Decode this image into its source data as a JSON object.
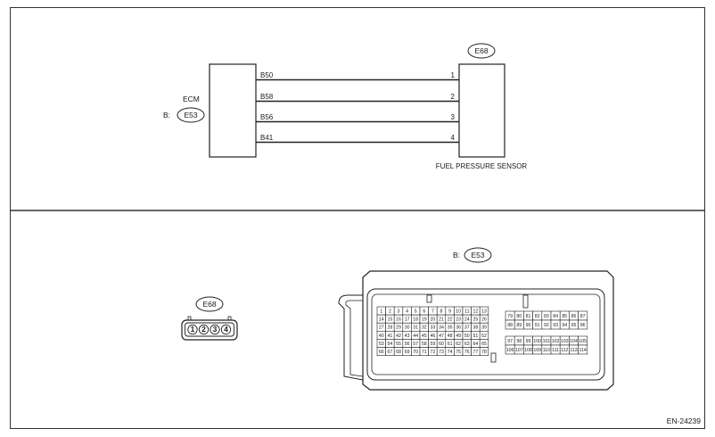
{
  "ecm": {
    "title": "ECM",
    "connector_prefix": "B:",
    "connector_id": "E53"
  },
  "sensor": {
    "connector_id": "E68",
    "title": "FUEL PRESSURE SENSOR"
  },
  "wires": [
    {
      "ecm_terminal": "B50",
      "sensor_terminal": "1"
    },
    {
      "ecm_terminal": "B58",
      "sensor_terminal": "2"
    },
    {
      "ecm_terminal": "B56",
      "sensor_terminal": "3"
    },
    {
      "ecm_terminal": "B41",
      "sensor_terminal": "4"
    }
  ],
  "sensor_connector_view": {
    "connector_id": "E68",
    "pins": [
      "1",
      "2",
      "3",
      "4"
    ]
  },
  "ecm_connector_view": {
    "connector_prefix": "B:",
    "connector_id": "E53",
    "left_block_rows": [
      [
        "1",
        "2",
        "3",
        "4",
        "5",
        "6",
        "7",
        "8",
        "9",
        "10",
        "11",
        "12",
        "13"
      ],
      [
        "14",
        "15",
        "16",
        "17",
        "18",
        "19",
        "20",
        "21",
        "22",
        "23",
        "24",
        "25",
        "26"
      ],
      [
        "27",
        "28",
        "29",
        "30",
        "31",
        "32",
        "33",
        "34",
        "35",
        "36",
        "37",
        "38",
        "39"
      ],
      [
        "40",
        "41",
        "42",
        "43",
        "44",
        "45",
        "46",
        "47",
        "48",
        "49",
        "50",
        "51",
        "52"
      ],
      [
        "53",
        "54",
        "55",
        "56",
        "57",
        "58",
        "59",
        "60",
        "61",
        "62",
        "63",
        "64",
        "65"
      ],
      [
        "66",
        "67",
        "68",
        "69",
        "70",
        "71",
        "72",
        "73",
        "74",
        "75",
        "76",
        "77",
        "78"
      ]
    ],
    "right_upper_rows": [
      [
        "79",
        "80",
        "81",
        "82",
        "83",
        "84",
        "85",
        "86",
        "87"
      ],
      [
        "88",
        "89",
        "90",
        "91",
        "92",
        "93",
        "94",
        "95",
        "96"
      ]
    ],
    "right_lower_rows": [
      [
        "97",
        "98",
        "99",
        "100",
        "101",
        "102",
        "103",
        "104",
        "105"
      ],
      [
        "106",
        "107",
        "108",
        "109",
        "110",
        "111",
        "112",
        "113",
        "114"
      ]
    ]
  },
  "figure_id": "EN-24239"
}
